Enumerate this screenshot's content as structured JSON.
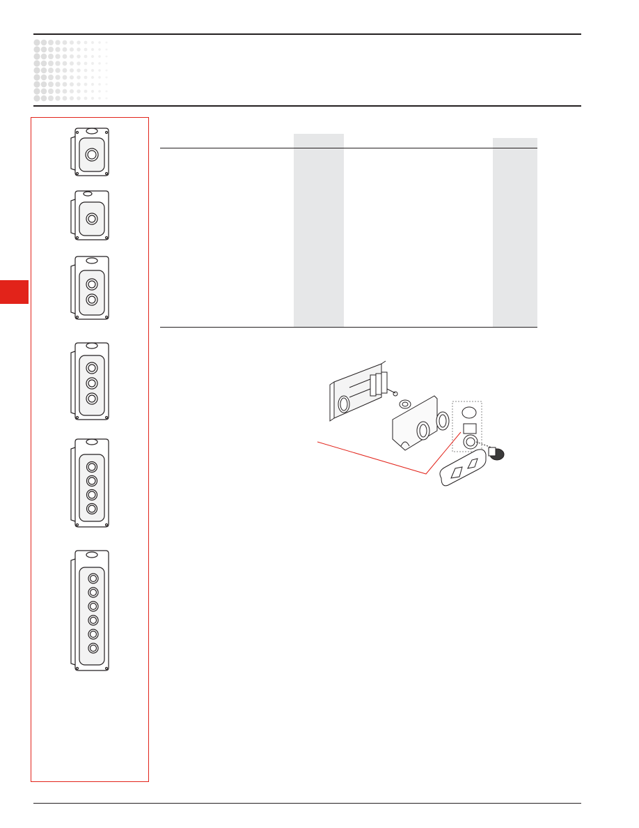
{
  "page": {
    "accent_color": "#e2231a",
    "rule_color": "#231f20",
    "column_shade": "#e6e7e8"
  },
  "product_images": [
    {
      "name": "enclosure-1-hole",
      "buttons": 1
    },
    {
      "name": "enclosure-1-hole-low",
      "buttons": 1
    },
    {
      "name": "enclosure-2-holes",
      "buttons": 2
    },
    {
      "name": "enclosure-3-holes",
      "buttons": 3
    },
    {
      "name": "enclosure-4-holes",
      "buttons": 4
    },
    {
      "name": "enclosure-6-holes",
      "buttons": 6
    }
  ]
}
